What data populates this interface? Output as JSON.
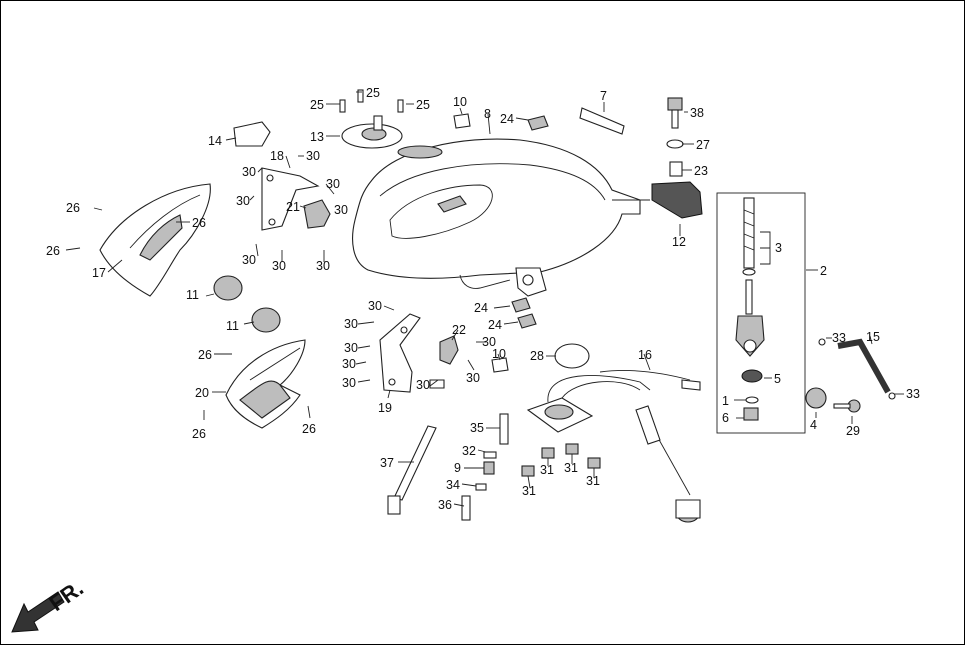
{
  "front_indicator": "FR.",
  "labels": [
    "1",
    "2",
    "3",
    "4",
    "5",
    "6",
    "7",
    "8",
    "9",
    "10",
    "11",
    "12",
    "13",
    "14",
    "15",
    "16",
    "17",
    "18",
    "19",
    "20",
    "21",
    "22",
    "23",
    "24",
    "25",
    "26",
    "27",
    "28",
    "29",
    "30",
    "31",
    "32",
    "33",
    "34",
    "35",
    "36",
    "37",
    "38"
  ]
}
